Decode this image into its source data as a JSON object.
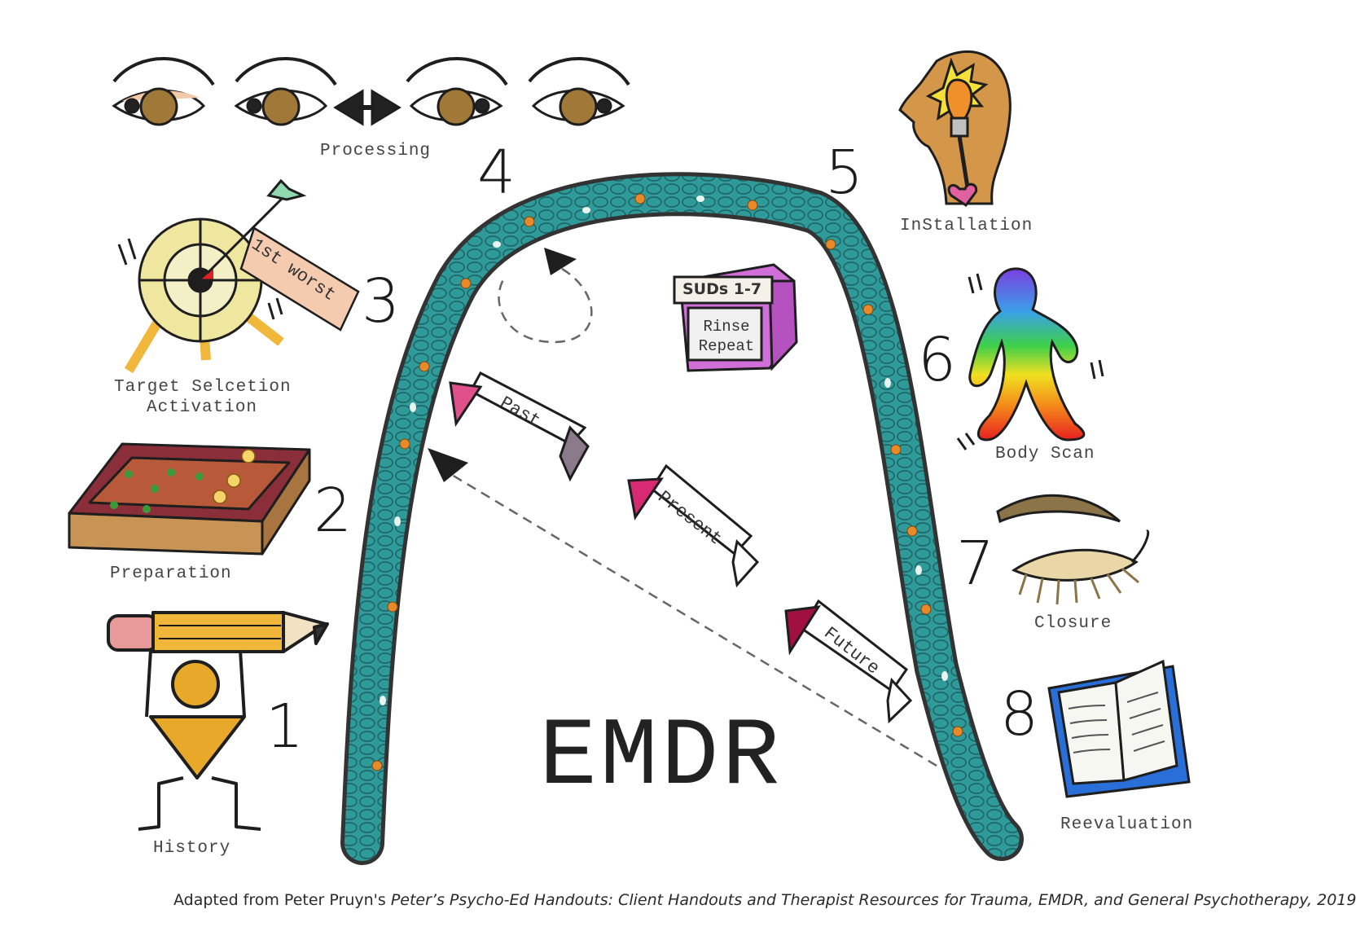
{
  "title": "EMDR",
  "steps": [
    {
      "number": "1",
      "label": "History"
    },
    {
      "number": "2",
      "label": "Preparation"
    },
    {
      "number": "3",
      "label": "Target Selcetion",
      "label2": "Activation",
      "ribbon": "1st worst"
    },
    {
      "number": "4",
      "label": "Processing"
    },
    {
      "number": "5",
      "label": "InStallation"
    },
    {
      "number": "6",
      "label": "Body Scan"
    },
    {
      "number": "7",
      "label": "Closure"
    },
    {
      "number": "8",
      "label": "Reevaluation"
    }
  ],
  "flags": {
    "past": "Past",
    "present": "Present",
    "future": "Future"
  },
  "suds_box": {
    "lid": "SUDs 1-7",
    "line1": "Rinse",
    "line2": "Repeat"
  },
  "caption": {
    "prefix": "Adapted from Peter Pruyn's ",
    "italic": "Peter’s Psycho-Ed Handouts: Client Handouts and Therapist Resources for Trauma, EMDR, and General Psychotherapy, 2019"
  },
  "colors": {
    "arch": "#2f9a9a",
    "arch_outline": "#3a3a3a",
    "arch_dots": "#e88a2a",
    "pencil": "#f0b73a",
    "figure": "#e8a92a"
  }
}
